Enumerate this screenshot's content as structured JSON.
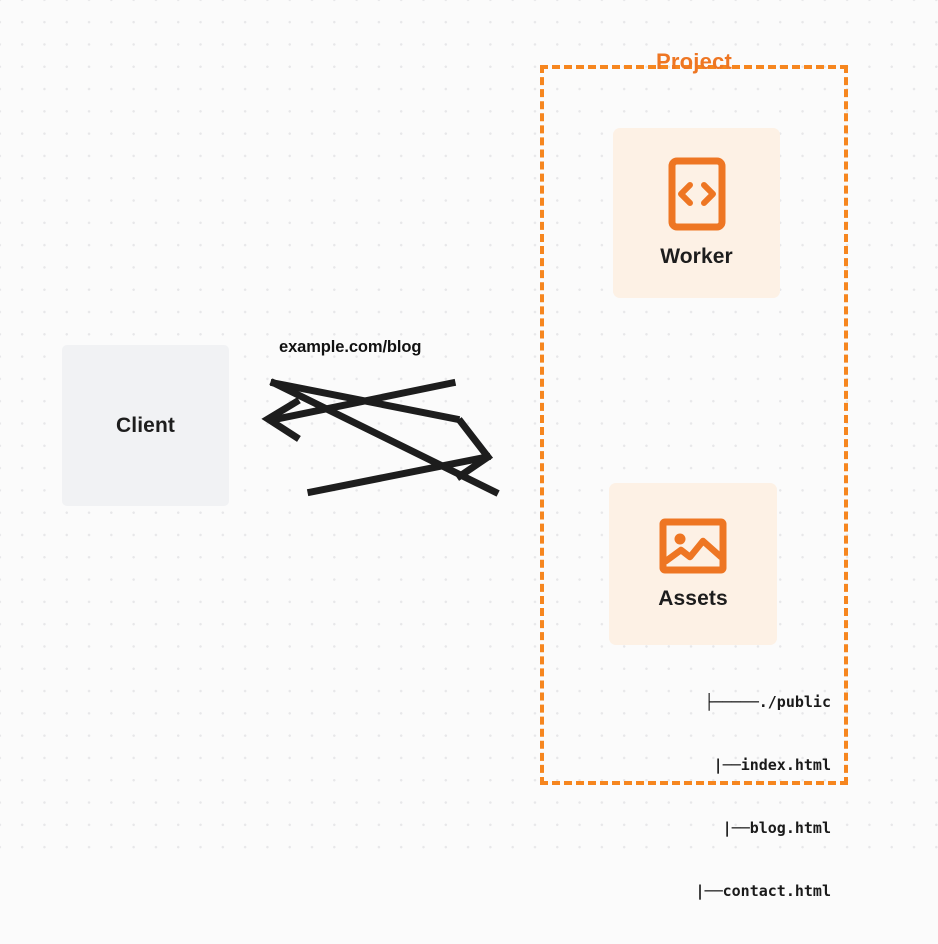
{
  "diagram": {
    "title": "Project",
    "background": {
      "color": "#fbfbfb",
      "dot_color": "#e7e7e9"
    },
    "accent_color": "#ee7623",
    "card_color": "#fdf1e5",
    "client_color": "#f1f2f4"
  },
  "client": {
    "label": "Client",
    "icon": "client-box"
  },
  "connection": {
    "label": "example.com/blog",
    "request_direction": "right",
    "response_direction": "left",
    "color": "#1d1d1d"
  },
  "project": {
    "title": "Project",
    "border_style": "dashed",
    "border_color": "#f6861f",
    "services": [
      {
        "label": "Worker",
        "icon": "code-brackets-icon"
      },
      {
        "label": "Assets",
        "icon": "image-icon"
      }
    ]
  },
  "file_tree": {
    "rows": [
      {
        "branch": "├─────",
        "name": "./public"
      },
      {
        "branch": "|──",
        "name": "index.html"
      },
      {
        "branch": "|──",
        "name": "blog.html"
      },
      {
        "branch": "|──",
        "name": "contact.html"
      }
    ]
  }
}
